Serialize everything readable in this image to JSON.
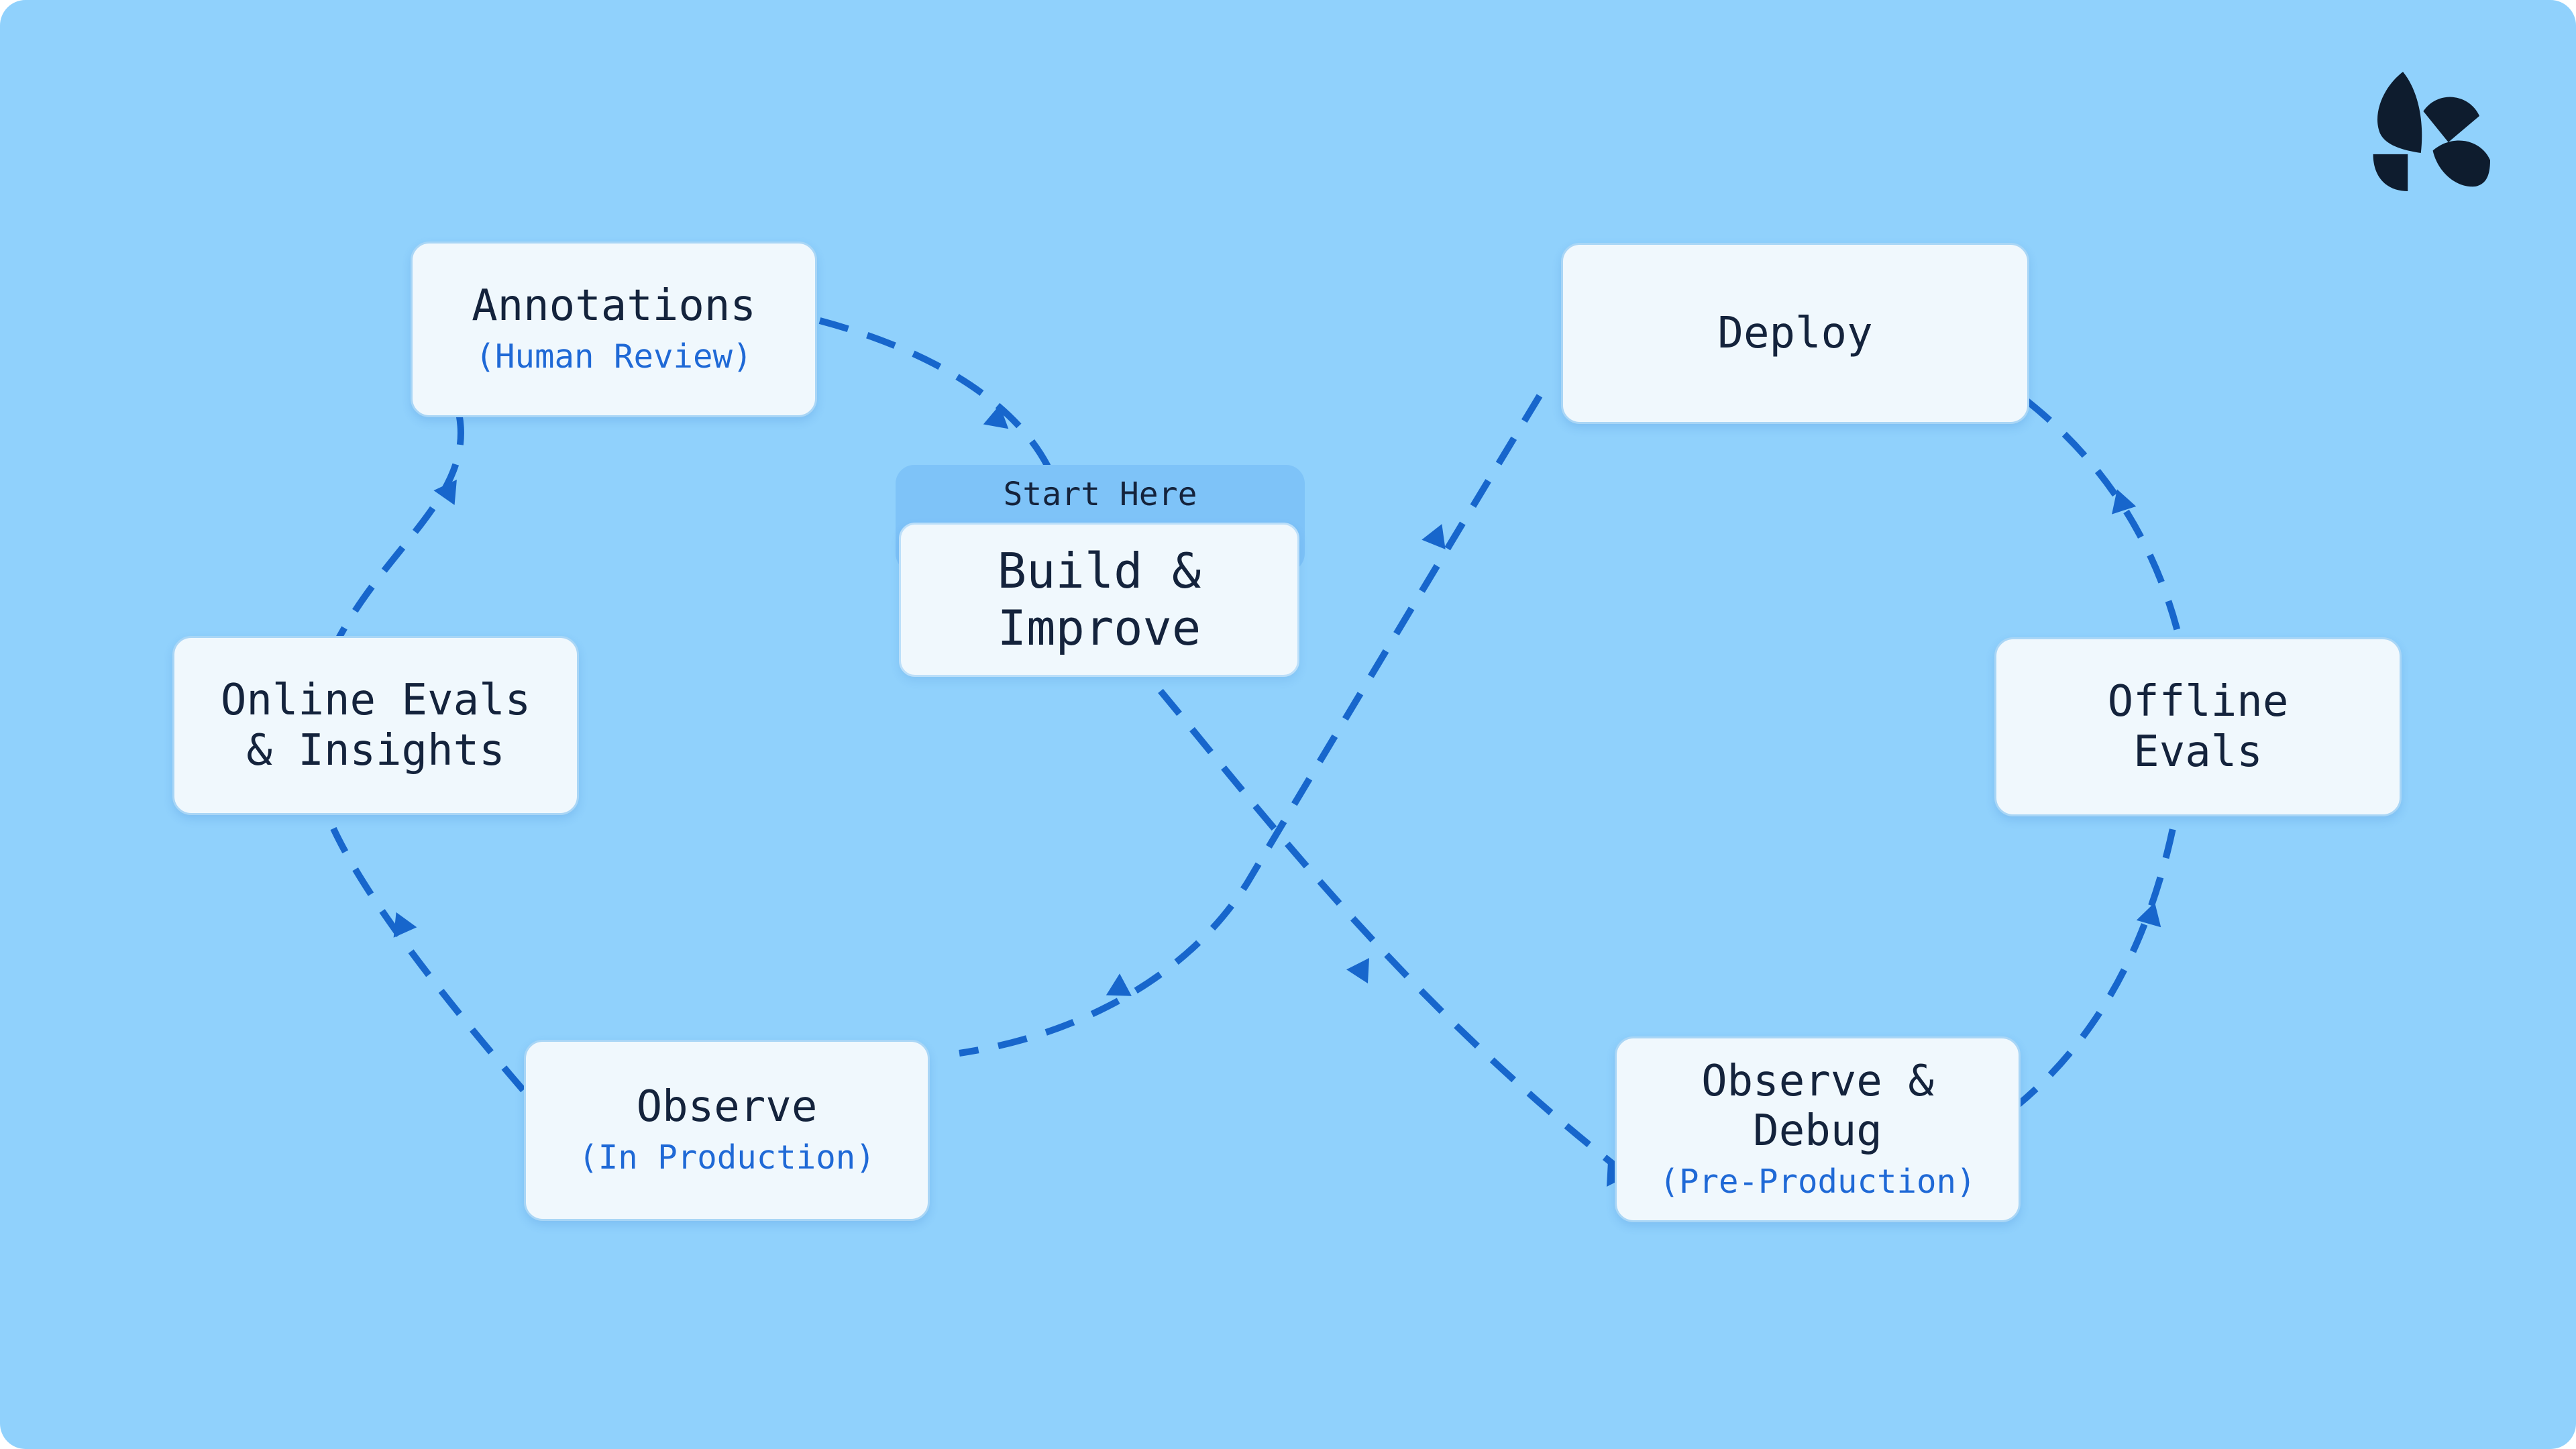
{
  "page": {
    "background_color": "#90D1FC"
  },
  "logo": {
    "name": "pinwheel-leaf-logo",
    "color": "#0E1C2E"
  },
  "start_badge": {
    "label": "Start Here"
  },
  "nodes": {
    "build_improve": {
      "title_line1": "Build &",
      "title_line2": "Improve"
    },
    "annotations": {
      "title": "Annotations",
      "subtitle": "(Human Review)"
    },
    "online_evals": {
      "title_line1": "Online Evals",
      "title_line2": "& Insights"
    },
    "observe_production": {
      "title": "Observe",
      "subtitle": "(In Production)"
    },
    "deploy": {
      "title": "Deploy"
    },
    "offline_evals": {
      "title_line1": "Offline",
      "title_line2": "Evals"
    },
    "observe_debug": {
      "title_line1": "Observe &",
      "title_line2": "Debug",
      "subtitle": "(Pre-Production)"
    }
  },
  "flow": {
    "style": "dashed-arrow-infinity-loop",
    "connections": [
      {
        "from": "Annotations (Human Review)",
        "to": "Build & Improve"
      },
      {
        "from": "Build & Improve",
        "to": "Observe & Debug (Pre-Production)"
      },
      {
        "from": "Observe & Debug (Pre-Production)",
        "to": "Offline Evals"
      },
      {
        "from": "Offline Evals",
        "to": "Deploy"
      },
      {
        "from": "Deploy",
        "to": "Observe (In Production)"
      },
      {
        "from": "Observe (In Production)",
        "to": "Online Evals & Insights"
      },
      {
        "from": "Online Evals & Insights",
        "to": "Annotations (Human Review)"
      }
    ]
  },
  "colors": {
    "background": "#90D1FC",
    "card_background": "#F0F8FD",
    "card_border": "#A9D6F6",
    "badge_background": "#7EC3F8",
    "title_text": "#14233C",
    "accent_text": "#1F69D6",
    "arrow": "#1766CC",
    "logo": "#0E1C2E"
  }
}
